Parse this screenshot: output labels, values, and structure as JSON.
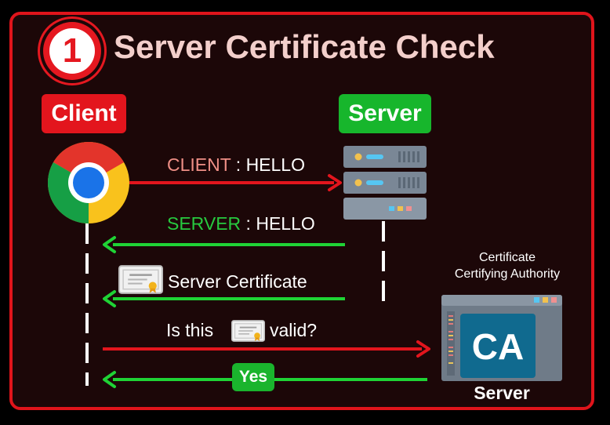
{
  "title": {
    "step_number": "1",
    "text": "Server Certificate Check"
  },
  "actors": {
    "client_label": "Client",
    "server_label": "Server"
  },
  "messages": {
    "client_hello": {
      "sender": "CLIENT",
      "separator": " : ",
      "text": "HELLO"
    },
    "server_hello": {
      "sender": "SERVER",
      "separator": " : ",
      "text": "HELLO"
    },
    "server_certificate": "Server Certificate",
    "validity_question_before": "Is this",
    "validity_question_after": "valid?",
    "answer": "Yes"
  },
  "ca": {
    "caption_line1": "Certificate",
    "caption_line2": "Certifying Authority",
    "logo_text": "CA",
    "server_label": "Server"
  },
  "colors": {
    "frame_border": "#e0141b",
    "background": "#1c0708",
    "arrow_red": "#e3151d",
    "arrow_green": "#1fd335",
    "client_pill": "#e3151d",
    "server_pill": "#17b62c",
    "ca_logo_bg": "#106a8f"
  },
  "icons": {
    "client": "chrome-browser-icon",
    "server": "server-rack-icon",
    "certificate": "certificate-icon",
    "ca_window": "ca-browser-window-icon"
  }
}
